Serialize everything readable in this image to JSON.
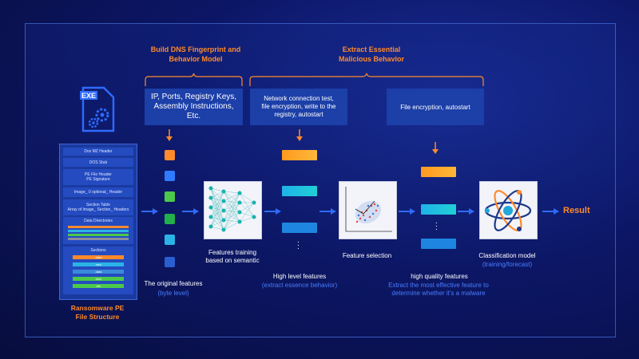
{
  "headers": {
    "dns": "Build DNS Fingerprint and\nBehavior Model",
    "extract": "Extract Essential\nMalicious Behavior"
  },
  "boxes": {
    "ip": "IP, Ports, Registry Keys,\nAssembly Instructions,\nEtc.",
    "network": "Network connection test,\nfile encryption, write to the\nregistry, autostart",
    "file": "File encryption, autostart"
  },
  "exe_icon": "exe-file-icon",
  "pe": {
    "rows": [
      "Dos MZ Header",
      "DOS Stub",
      "PE File Header\nPE Signature",
      "Image_ 0 optional_ Header",
      "Section Table\nArray of Image_ Section_ Headers"
    ],
    "data_dirs": "Data Directories",
    "sections_title": "Sections",
    "sections": [
      ".data",
      ".rsrc",
      ".data",
      ".text",
      ".etc"
    ],
    "caption": "Ransomware PE\nFile Structure"
  },
  "labels": {
    "original": "The original features",
    "original_sub": "(byte level)",
    "training": "Features training\nbased on semantic",
    "high_level": "High level features",
    "high_level_sub": "(extract essence behavior)",
    "selection": "Feature selection",
    "high_quality": "high quality features",
    "high_quality_sub": "Extract the most effective feature to\ndetermine whether it's a malware",
    "classification": "Classification model",
    "classification_sub": "(training/forecast)",
    "result": "Result"
  },
  "colors": {
    "orange": "#ff8a2b",
    "box_blue": "#1c3fa8",
    "accent_blue": "#4a7dff"
  }
}
